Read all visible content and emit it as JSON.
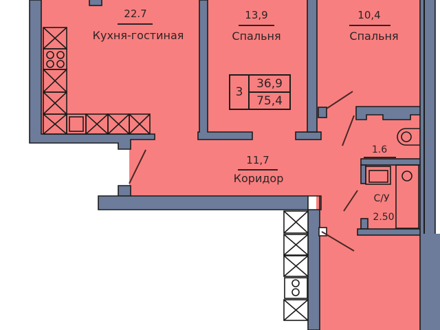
{
  "plan": {
    "rooms": {
      "kitchen_living": {
        "label": "Кухня-гостиная",
        "area": "22.7"
      },
      "bedroom_1": {
        "label": "Спальня",
        "area": "13,9"
      },
      "bedroom_2": {
        "label": "Спальня",
        "area": "10,4"
      },
      "corridor": {
        "label": "Коридор",
        "area": "11,7"
      },
      "bathroom": {
        "label": "С/У",
        "area": "2.50"
      },
      "hall": {
        "area": "1.6"
      }
    },
    "info_box": {
      "rooms_count": "3",
      "living_area": "36,9",
      "total_area": "75,4"
    },
    "colors": {
      "room_fill": "#f87f7f",
      "wall": "#6c7c9a",
      "outline": "#1b1b1b",
      "text": "#2b2326",
      "door_line": "#4a2727"
    }
  }
}
